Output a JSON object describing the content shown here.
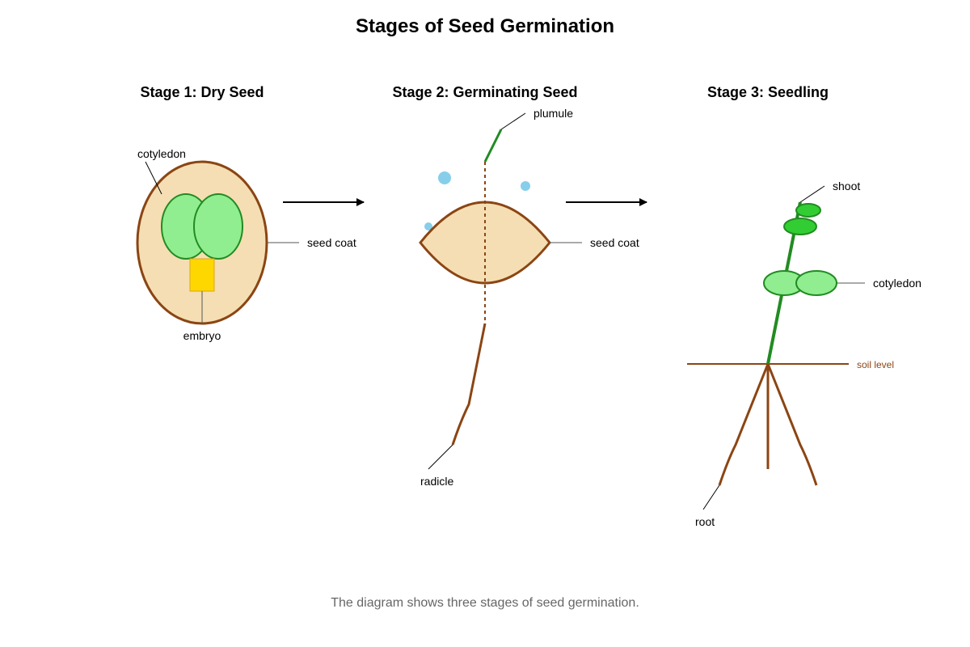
{
  "title": "Stages of Seed Germination",
  "caption": "The diagram shows three stages of seed germination.",
  "stages": [
    {
      "title": "Stage 1: Dry Seed",
      "labels": {
        "cotyledon": "cotyledon",
        "seed_coat": "seed coat",
        "embryo": "embryo"
      }
    },
    {
      "title": "Stage 2: Germinating Seed",
      "labels": {
        "plumule": "plumule",
        "seed_coat": "seed coat",
        "radicle": "radicle"
      }
    },
    {
      "title": "Stage 3: Seedling",
      "labels": {
        "shoot": "shoot",
        "cotyledon": "cotyledon",
        "soil_level": "soil level",
        "root": "root"
      }
    }
  ],
  "colors": {
    "seed_fill": "#F5DEB3",
    "seed_outline": "#8B4513",
    "cotyledon_fill": "#90EE90",
    "cotyledon_outline": "#228B22",
    "embryo_fill": "#FFD700",
    "embryo_outline": "#DAA520",
    "shoot": "#228B22",
    "leaf_fill": "#32CD32",
    "root": "#8B4513",
    "water": "#87CEEB",
    "soil_label": "#8B4513",
    "arrow": "#000000"
  }
}
